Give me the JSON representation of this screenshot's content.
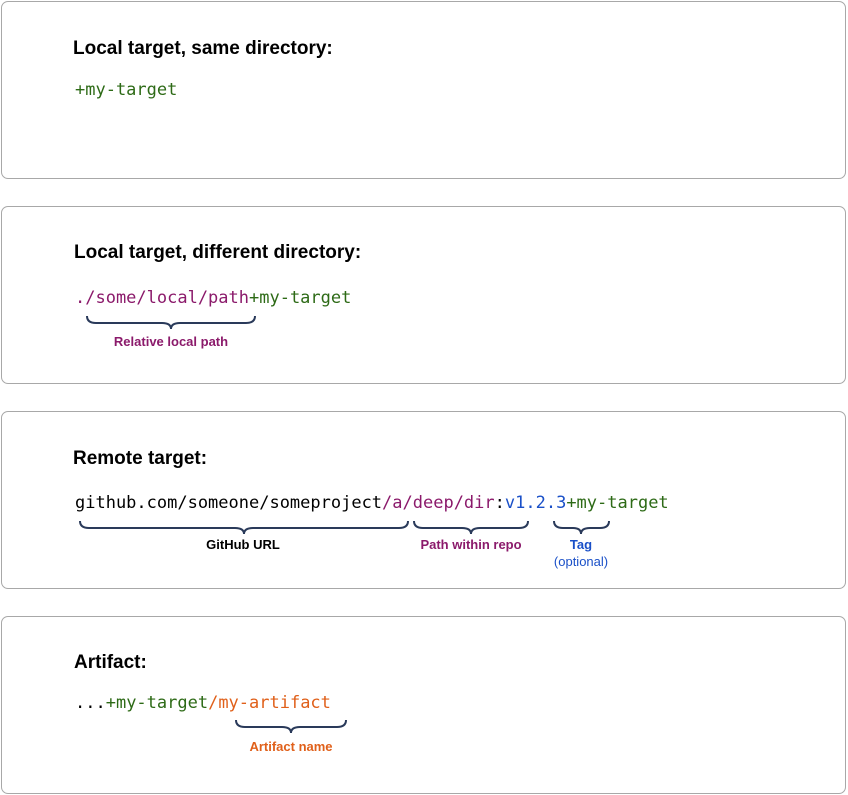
{
  "colors": {
    "target": "#2d6a16",
    "path": "#8b1a6b",
    "tag": "#1a50c8",
    "artifact": "#e0601a",
    "url": "#000000",
    "panel_border": "#a8a8a8"
  },
  "panels": [
    {
      "heading": "Local target, same directory:",
      "code": {
        "target": "+my-target"
      }
    },
    {
      "heading": "Local target, different directory:",
      "code": {
        "path": "./some/local/path",
        "target": "+my-target"
      },
      "annotations": {
        "path_label": "Relative local path"
      }
    },
    {
      "heading": "Remote target:",
      "code": {
        "url": "github.com/someone/someproject",
        "path": "/a/deep/dir",
        "sep": ":",
        "tag": "v1.2.3",
        "target": "+my-target"
      },
      "annotations": {
        "url_label": "GitHub URL",
        "path_label": "Path within repo",
        "tag_label": "Tag",
        "tag_note": "(optional)"
      }
    },
    {
      "heading": "Artifact:",
      "code": {
        "prefix": "...",
        "target": "+my-target",
        "artifact": "/my-artifact"
      },
      "annotations": {
        "artifact_label": "Artifact name"
      }
    }
  ]
}
